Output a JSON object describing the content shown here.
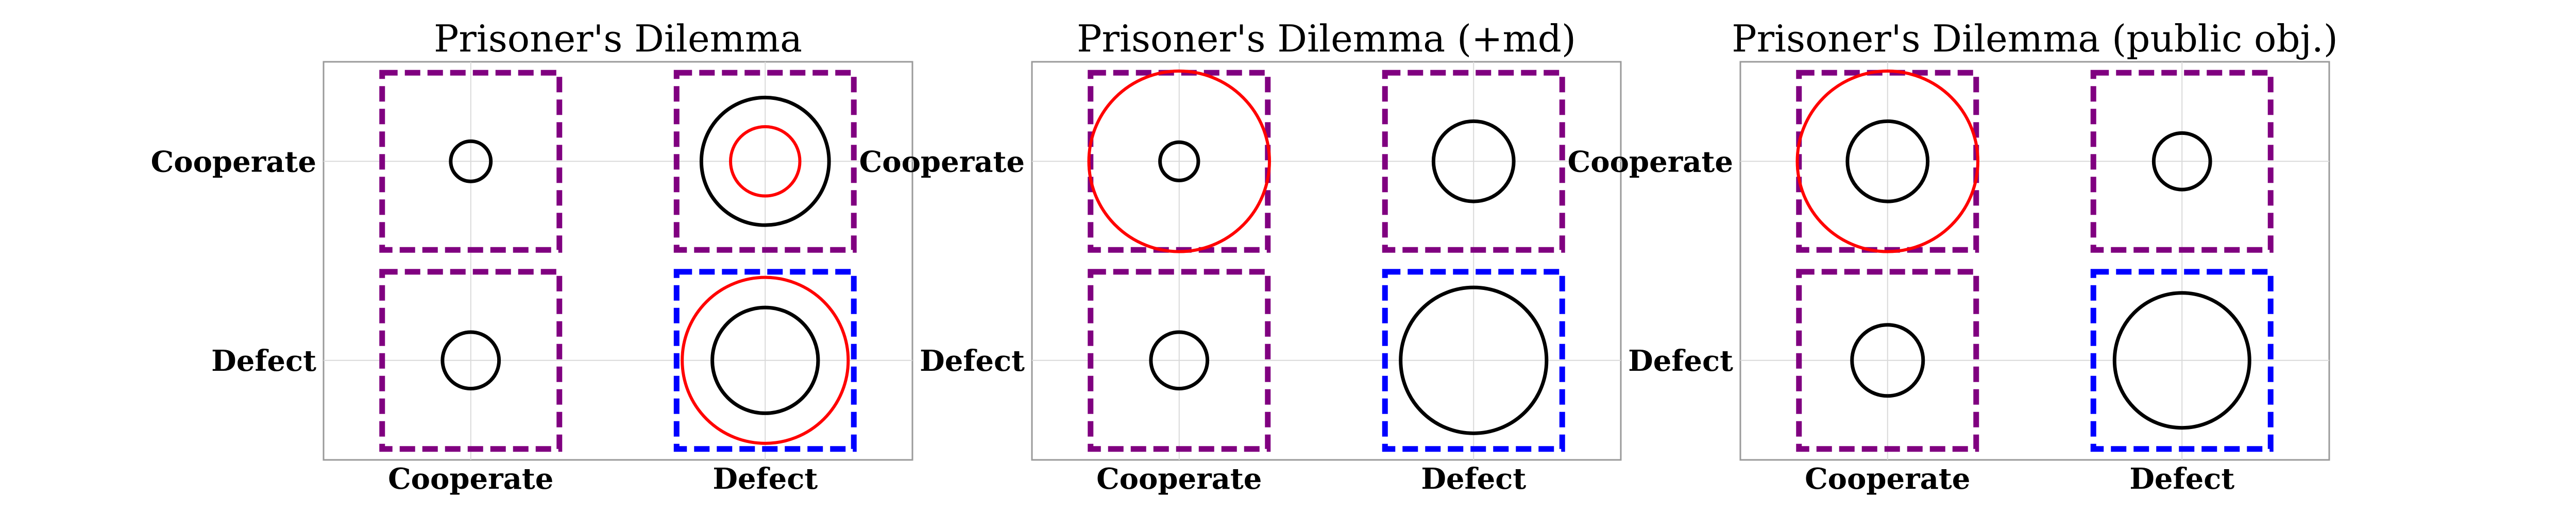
{
  "colors": {
    "purple_box": "#800080",
    "blue_box": "#0000ff",
    "black_circle": "#000000",
    "red_circle": "#ff0000",
    "grid": "#d9d9d9",
    "frame": "#9a9a9a"
  },
  "chart_data": [
    {
      "type": "scatter",
      "title": "Prisoner's Dilemma",
      "x_categories": [
        "Cooperate",
        "Defect"
      ],
      "y_categories": [
        "Cooperate",
        "Defect"
      ],
      "grid": true,
      "cells": [
        {
          "row": 0,
          "col": 0,
          "box_color": "purple",
          "black_size": 0.22,
          "red_size": null
        },
        {
          "row": 0,
          "col": 1,
          "box_color": "purple",
          "black_size": 0.7,
          "red_size": 0.38
        },
        {
          "row": 1,
          "col": 0,
          "box_color": "purple",
          "black_size": 0.31,
          "red_size": null
        },
        {
          "row": 1,
          "col": 1,
          "box_color": "blue",
          "black_size": 0.58,
          "red_size": 0.91
        }
      ]
    },
    {
      "type": "scatter",
      "title": "Prisoner's Dilemma (+md)",
      "x_categories": [
        "Cooperate",
        "Defect"
      ],
      "y_categories": [
        "Cooperate",
        "Defect"
      ],
      "grid": true,
      "cells": [
        {
          "row": 0,
          "col": 0,
          "box_color": "purple",
          "black_size": 0.21,
          "red_size": 0.99
        },
        {
          "row": 0,
          "col": 1,
          "box_color": "purple",
          "black_size": 0.44,
          "red_size": null
        },
        {
          "row": 1,
          "col": 0,
          "box_color": "purple",
          "black_size": 0.31,
          "red_size": null
        },
        {
          "row": 1,
          "col": 1,
          "box_color": "blue",
          "black_size": 0.8,
          "red_size": null
        }
      ]
    },
    {
      "type": "scatter",
      "title": "Prisoner's Dilemma (public obj.)",
      "x_categories": [
        "Cooperate",
        "Defect"
      ],
      "y_categories": [
        "Cooperate",
        "Defect"
      ],
      "grid": true,
      "cells": [
        {
          "row": 0,
          "col": 0,
          "box_color": "purple",
          "black_size": 0.44,
          "red_size": 0.99
        },
        {
          "row": 0,
          "col": 1,
          "box_color": "purple",
          "black_size": 0.31,
          "red_size": null
        },
        {
          "row": 1,
          "col": 0,
          "box_color": "purple",
          "black_size": 0.39,
          "red_size": null
        },
        {
          "row": 1,
          "col": 1,
          "box_color": "blue",
          "black_size": 0.74,
          "red_size": null
        }
      ]
    }
  ]
}
